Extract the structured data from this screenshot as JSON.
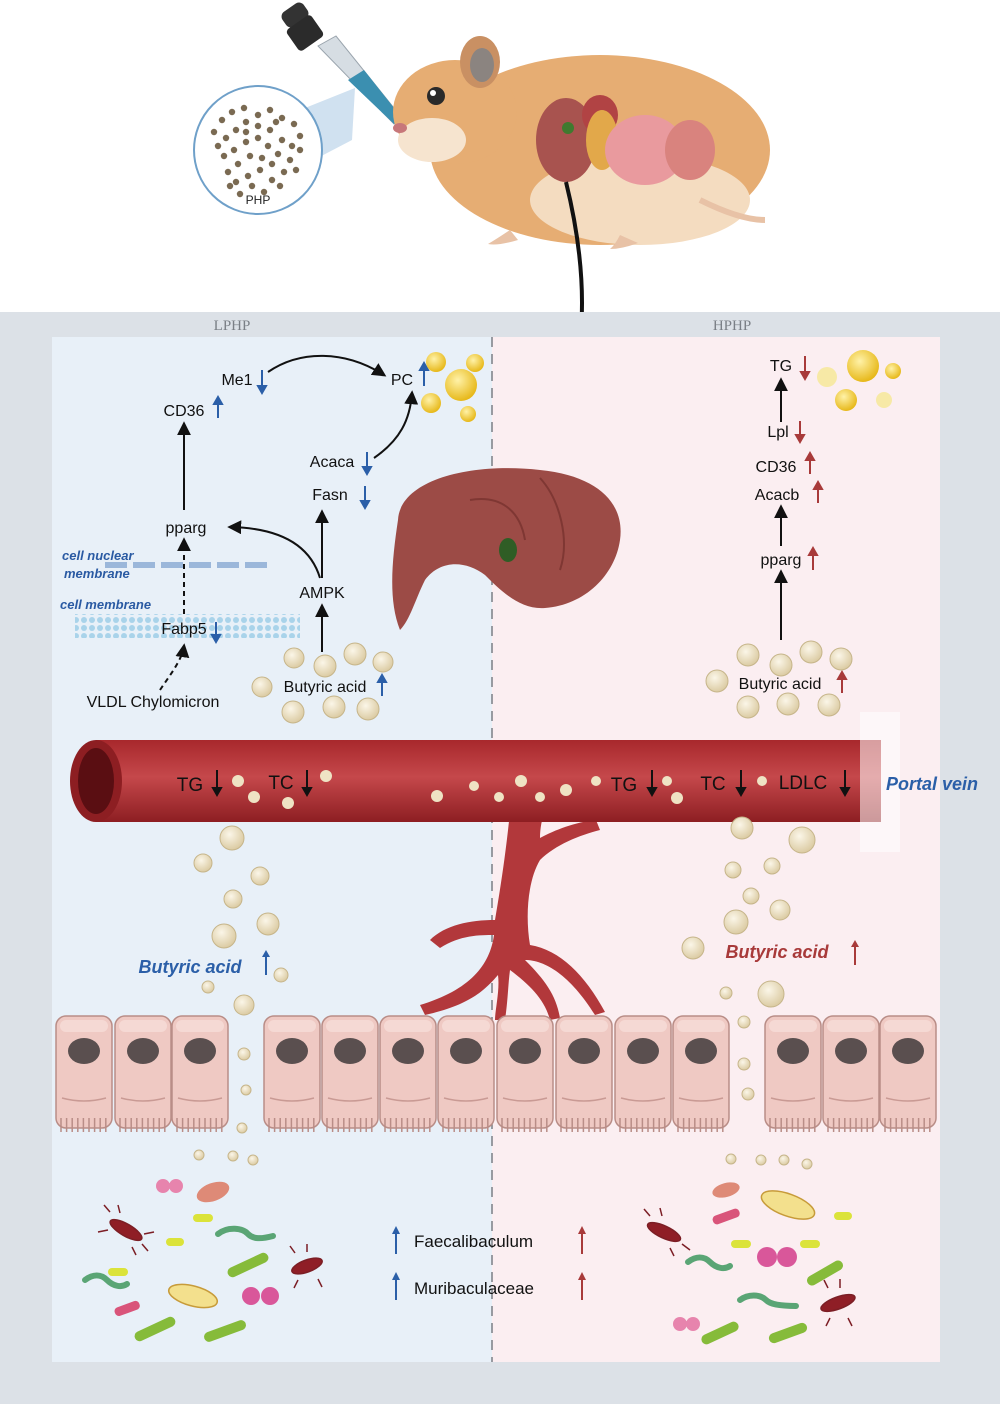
{
  "top": {
    "php_label": "PHP"
  },
  "panels": {
    "left_header": "LPHP",
    "right_header": "HPHP"
  },
  "left_panel": {
    "me1": "Me1",
    "pc": "PC",
    "cd36": "CD36",
    "acaca": "Acaca",
    "fasn": "Fasn",
    "pparg": "pparg",
    "ampk": "AMPK",
    "fabp5": "Fabp5",
    "nuclear_membrane_line1": "cell nuclear",
    "nuclear_membrane_line2": "membrane",
    "cell_membrane": "cell membrane",
    "vldl": "VLDL Chylomicron",
    "butyric_acid": "Butyric acid"
  },
  "right_panel": {
    "tg": "TG",
    "lpl": "Lpl",
    "cd36": "CD36",
    "acacb": "Acacb",
    "pparg": "pparg",
    "butyric_acid": "Butyric acid"
  },
  "vein": {
    "label": "Portal vein",
    "left_tg": "TG",
    "left_tc": "TC",
    "right_tg": "TG",
    "right_tc": "TC",
    "right_ldlc": "LDLC"
  },
  "intestine": {
    "left_butyric": "Butyric acid",
    "right_butyric": "Butyric acid"
  },
  "legend": {
    "items": [
      "Faecalibaculum",
      "Muribaculaceae"
    ]
  },
  "colors": {
    "blue_arrow": "#2b5fa8",
    "red_arrow": "#a83a3a",
    "left_bg": "#e8f0f8",
    "right_bg": "#fbeef1",
    "frame": "#dce1e7",
    "vein": "#b2383b",
    "liver": "#9c4b46",
    "lipid": "#f2c31c",
    "butyrate": "#efe3c4"
  }
}
